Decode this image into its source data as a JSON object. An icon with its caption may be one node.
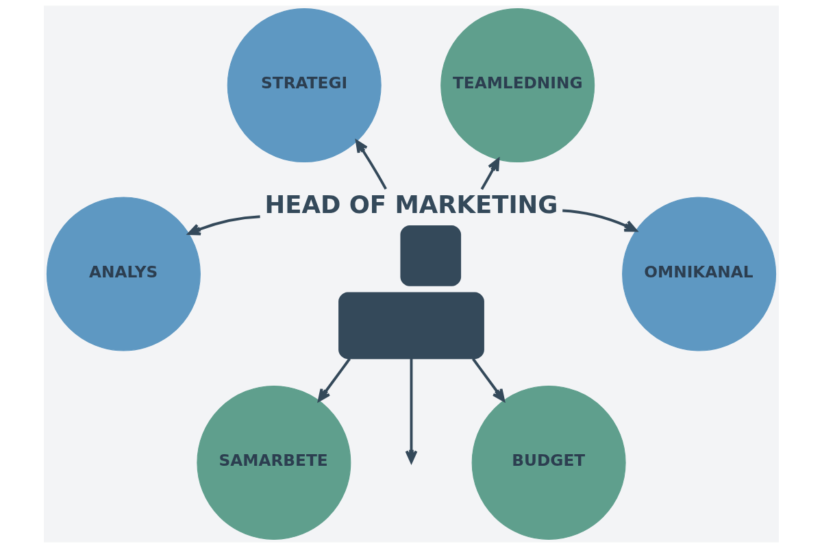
{
  "diagram": {
    "nodes": [
      {
        "text": [
          "STRATEGI"
        ]
      },
      {
        "text": [
          "TEAMLEDNING"
        ]
      },
      {
        "text": [],
        "shape": "person",
        "beside": [
          "HEAD OF MARKETING"
        ]
      },
      {
        "text": [
          "ANALYS"
        ]
      },
      {
        "text": [
          "OMNIKANAL"
        ]
      },
      {
        "text": [
          "SAMARBETE"
        ]
      },
      {
        "text": [
          "BUDGET"
        ]
      }
    ],
    "edges": [
      {
        "from": 2,
        "to": 0,
        "arrow": "to"
      },
      {
        "from": 2,
        "to": 1,
        "arrow": "to"
      },
      {
        "from": 2,
        "to": 3,
        "arrow": "to"
      },
      {
        "from": 2,
        "to": 4,
        "arrow": "to"
      },
      {
        "from": 2,
        "to": 5,
        "arrow": "to"
      },
      {
        "from": 2,
        "to": null,
        "arrow": "to"
      },
      {
        "from": 2,
        "to": 6,
        "arrow": "to"
      }
    ]
  }
}
